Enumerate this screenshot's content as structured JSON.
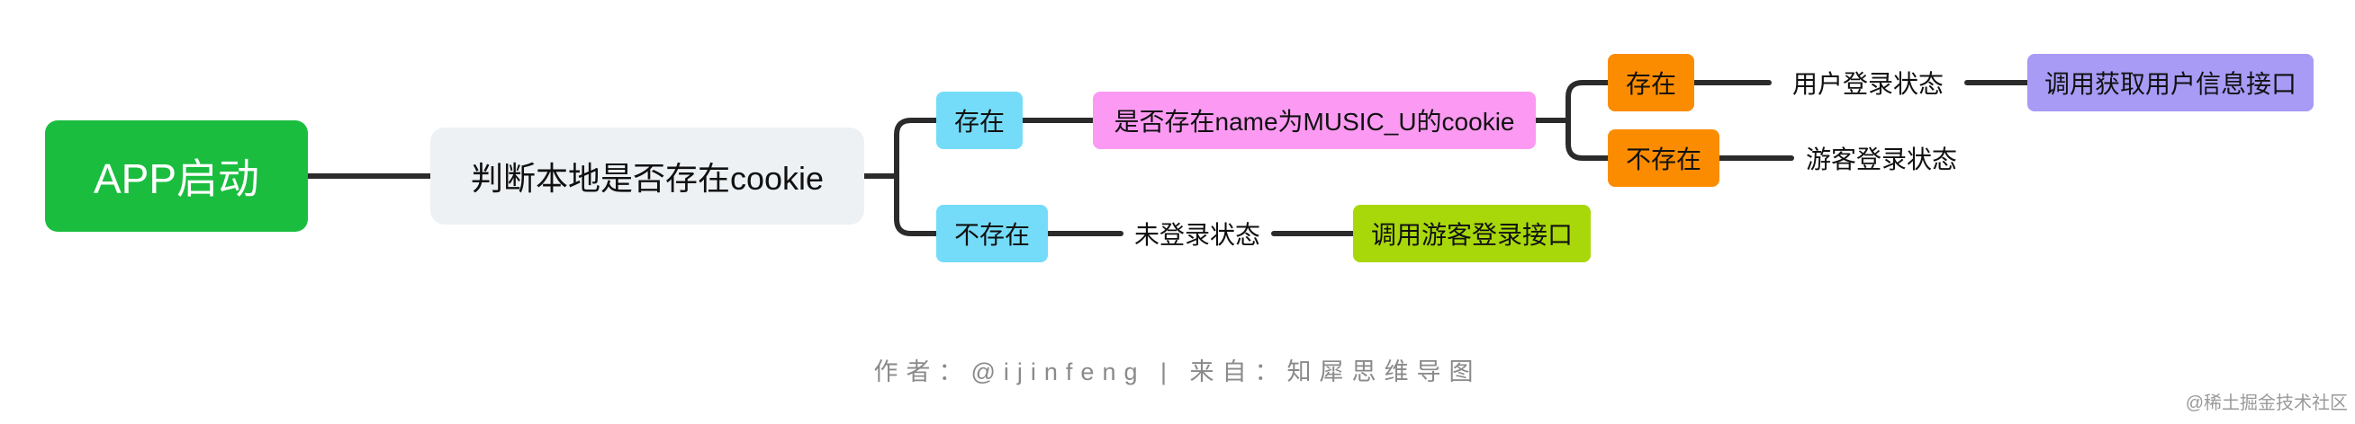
{
  "nodes": {
    "root": "APP启动",
    "check_cookie": "判断本地是否存在cookie",
    "exists": "存在",
    "not_exists": "不存在",
    "check_music_u": "是否存在name为MUSIC_U的cookie",
    "exists_2": "存在",
    "not_exists_2": "不存在",
    "user_login_state": "用户登录状态",
    "guest_login_state": "游客登录状态",
    "not_logged_in": "未登录状态",
    "call_user_info_api": "调用获取用户信息接口",
    "call_guest_login_api": "调用游客登录接口"
  },
  "edges": [
    [
      "root",
      "check_cookie"
    ],
    [
      "check_cookie",
      "exists"
    ],
    [
      "check_cookie",
      "not_exists"
    ],
    [
      "exists",
      "check_music_u"
    ],
    [
      "check_music_u",
      "exists_2"
    ],
    [
      "check_music_u",
      "not_exists_2"
    ],
    [
      "exists_2",
      "user_login_state"
    ],
    [
      "user_login_state",
      "call_user_info_api"
    ],
    [
      "not_exists_2",
      "guest_login_state"
    ],
    [
      "not_exists",
      "not_logged_in"
    ],
    [
      "not_logged_in",
      "call_guest_login_api"
    ]
  ],
  "colors": {
    "root": "#1bbd3f",
    "check": "#eef1f4",
    "cyan": "#74dcf9",
    "pink": "#fc9af3",
    "orange": "#fb8c00",
    "purple": "#a89bf6",
    "lime": "#a8d80a",
    "edge": "#2b2b2b"
  },
  "footer": "作者：@ijinfeng | 来自：知犀思维导图",
  "watermark": "@稀土掘金技术社区"
}
